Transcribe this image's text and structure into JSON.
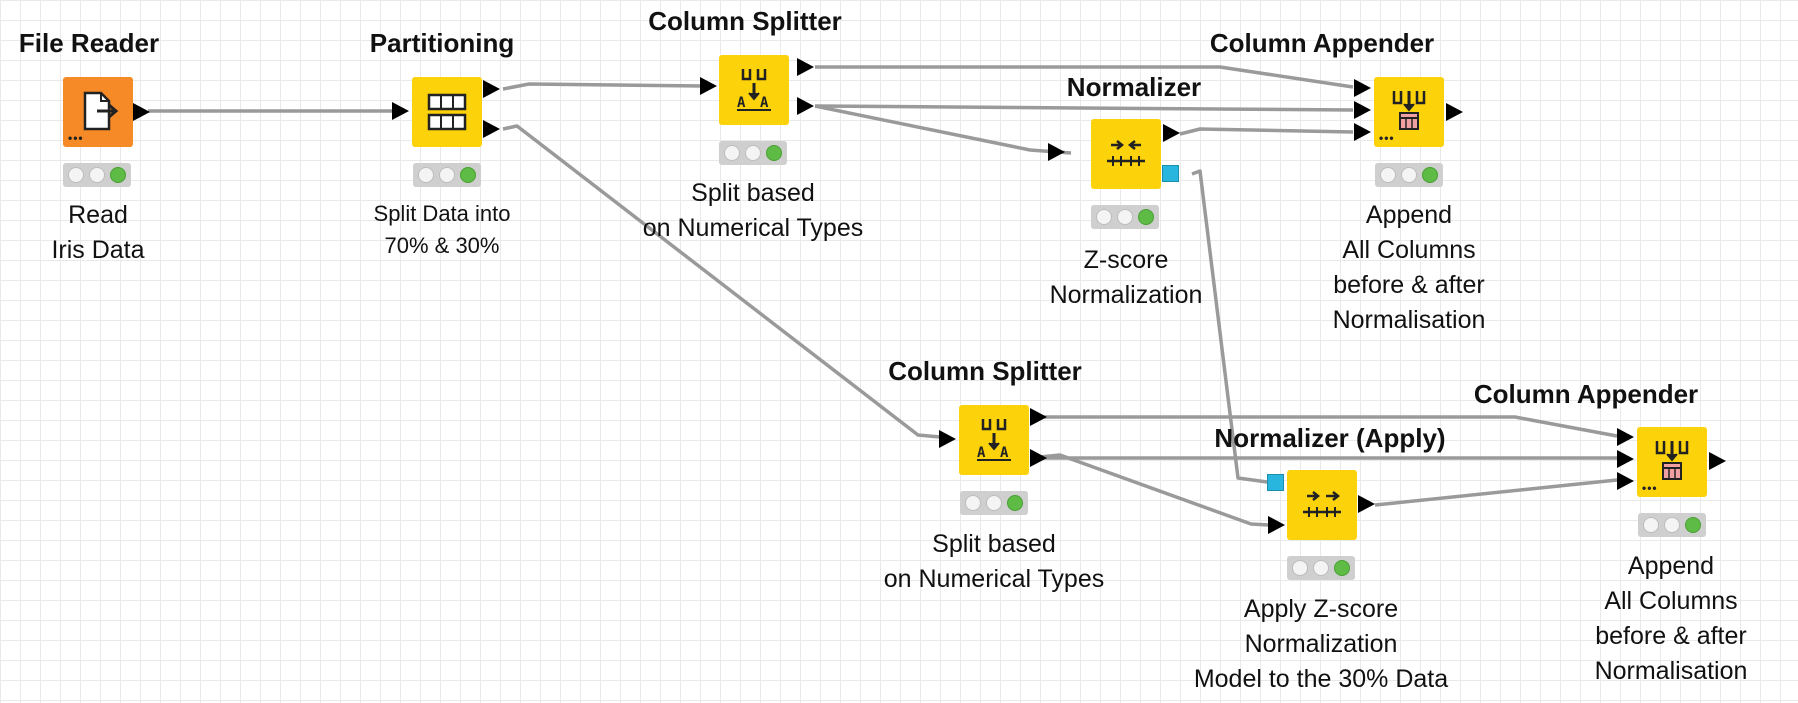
{
  "workflow": {
    "nodes": [
      {
        "id": "file-reader",
        "title": "File Reader",
        "description": [
          "Read",
          "Iris Data"
        ],
        "color": "#f68a26",
        "icon": "file-reader-icon",
        "status": "executed"
      },
      {
        "id": "partitioning",
        "title": "Partitioning",
        "description": [
          "Split Data into",
          "70% & 30%"
        ],
        "color": "#fcd20a",
        "icon": "partitioning-icon",
        "status": "executed"
      },
      {
        "id": "column-splitter-1",
        "title": "Column Splitter",
        "description": [
          "Split based",
          "on Numerical Types"
        ],
        "color": "#fcd20a",
        "icon": "column-splitter-icon",
        "status": "executed"
      },
      {
        "id": "normalizer",
        "title": "Normalizer",
        "description": [
          "Z-score",
          "Normalization"
        ],
        "color": "#fcd20a",
        "icon": "normalizer-icon",
        "status": "executed"
      },
      {
        "id": "column-appender-1",
        "title": "Column Appender",
        "description": [
          "Append",
          "All Columns",
          "before & after",
          "Normalisation"
        ],
        "color": "#fcd20a",
        "icon": "column-appender-icon",
        "status": "executed"
      },
      {
        "id": "column-splitter-2",
        "title": "Column Splitter",
        "description": [
          "Split based",
          "on Numerical Types"
        ],
        "color": "#fcd20a",
        "icon": "column-splitter-icon",
        "status": "executed"
      },
      {
        "id": "normalizer-apply",
        "title": "Normalizer (Apply)",
        "description": [
          "Apply Z-score",
          "Normalization",
          "Model to the  30% Data"
        ],
        "color": "#fcd20a",
        "icon": "normalizer-apply-icon",
        "status": "executed"
      },
      {
        "id": "column-appender-2",
        "title": "Column Appender",
        "description": [
          "Append",
          "All Columns",
          "before & after",
          "Normalisation"
        ],
        "color": "#fcd20a",
        "icon": "column-appender-icon",
        "status": "executed"
      }
    ],
    "connections": [
      {
        "from": "file-reader",
        "to": "partitioning"
      },
      {
        "from": "partitioning",
        "to": "column-splitter-1"
      },
      {
        "from": "partitioning",
        "to": "column-splitter-2"
      },
      {
        "from": "column-splitter-1",
        "to": "column-appender-1"
      },
      {
        "from": "column-splitter-1",
        "to": "column-appender-1"
      },
      {
        "from": "column-splitter-1",
        "to": "normalizer"
      },
      {
        "from": "normalizer",
        "to": "column-appender-1"
      },
      {
        "from": "normalizer",
        "to": "normalizer-apply"
      },
      {
        "from": "column-splitter-2",
        "to": "column-appender-2"
      },
      {
        "from": "column-splitter-2",
        "to": "column-appender-2"
      },
      {
        "from": "column-splitter-2",
        "to": "normalizer-apply"
      },
      {
        "from": "normalizer-apply",
        "to": "column-appender-2"
      }
    ],
    "wire_color": "#9a9a9a",
    "model_port_color": "#29b6de"
  }
}
